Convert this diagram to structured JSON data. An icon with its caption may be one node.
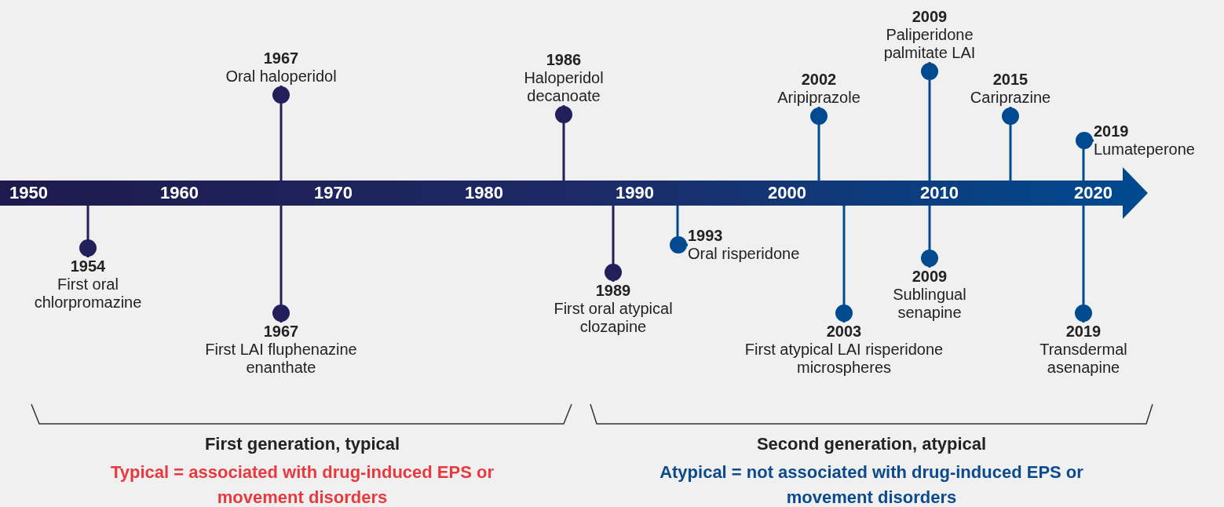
{
  "diagram": {
    "nodes": [
      {
        "text": [
          "1950",
          "1960",
          "1970",
          "1980",
          "1990",
          "2000",
          "2010",
          "2020"
        ]
      },
      {
        "text": [
          "1954",
          "First oral chlorpromazine"
        ]
      },
      {
        "text": [
          "1967",
          "Oral haloperidol"
        ]
      },
      {
        "text": [
          "1967",
          "First LAI fluphenazine enanthate"
        ]
      },
      {
        "text": [
          "1986",
          "Haloperidol decanoate"
        ]
      },
      {
        "text": [
          "1989",
          "First oral atypical clozapine"
        ]
      },
      {
        "text": [
          "1993",
          "Oral risperidone"
        ]
      },
      {
        "text": [
          "2002",
          "Aripiprazole"
        ]
      },
      {
        "text": [
          "2003",
          "First atypical LAI risperidone microspheres"
        ]
      },
      {
        "text": [
          "2009",
          "Paliperidone palmitate LAI"
        ]
      },
      {
        "text": [
          "2009",
          "Sublingual senapine"
        ]
      },
      {
        "text": [
          "2015",
          "Cariprazine"
        ]
      },
      {
        "text": [
          "2019",
          "Lumateperone"
        ]
      },
      {
        "text": [
          "2019",
          "Transdermal asenapine"
        ]
      }
    ],
    "edges": [
      {
        "from": 0,
        "to": 1,
        "arrow": "other",
        "color": "#231f5a"
      },
      {
        "from": 0,
        "to": 2,
        "arrow": "other",
        "color": "#231f5a"
      },
      {
        "from": 0,
        "to": 3,
        "arrow": "other",
        "color": "#231f5a"
      },
      {
        "from": 0,
        "to": 4,
        "arrow": "other",
        "color": "#231f5a"
      },
      {
        "from": 0,
        "to": 5,
        "arrow": "other",
        "color": "#231f5a"
      },
      {
        "from": 0,
        "to": 6,
        "arrow": "other"
      },
      {
        "from": 0,
        "to": 7,
        "arrow": "other"
      },
      {
        "from": 0,
        "to": 8,
        "arrow": "other"
      },
      {
        "from": 0,
        "to": 9,
        "arrow": "other"
      },
      {
        "from": 0,
        "to": 10,
        "arrow": "other"
      },
      {
        "from": 0,
        "to": 11,
        "arrow": "other"
      },
      {
        "from": 0,
        "to": 12,
        "arrow": "other"
      },
      {
        "from": 0,
        "to": 13,
        "arrow": "other"
      }
    ],
    "labels": [
      "First generation, typical",
      "Typical = associated with drug-induced EPS or movement disorders",
      "Second generation, atypical",
      "Atypical = not associated with drug-induced EPS or movement disorders"
    ]
  }
}
